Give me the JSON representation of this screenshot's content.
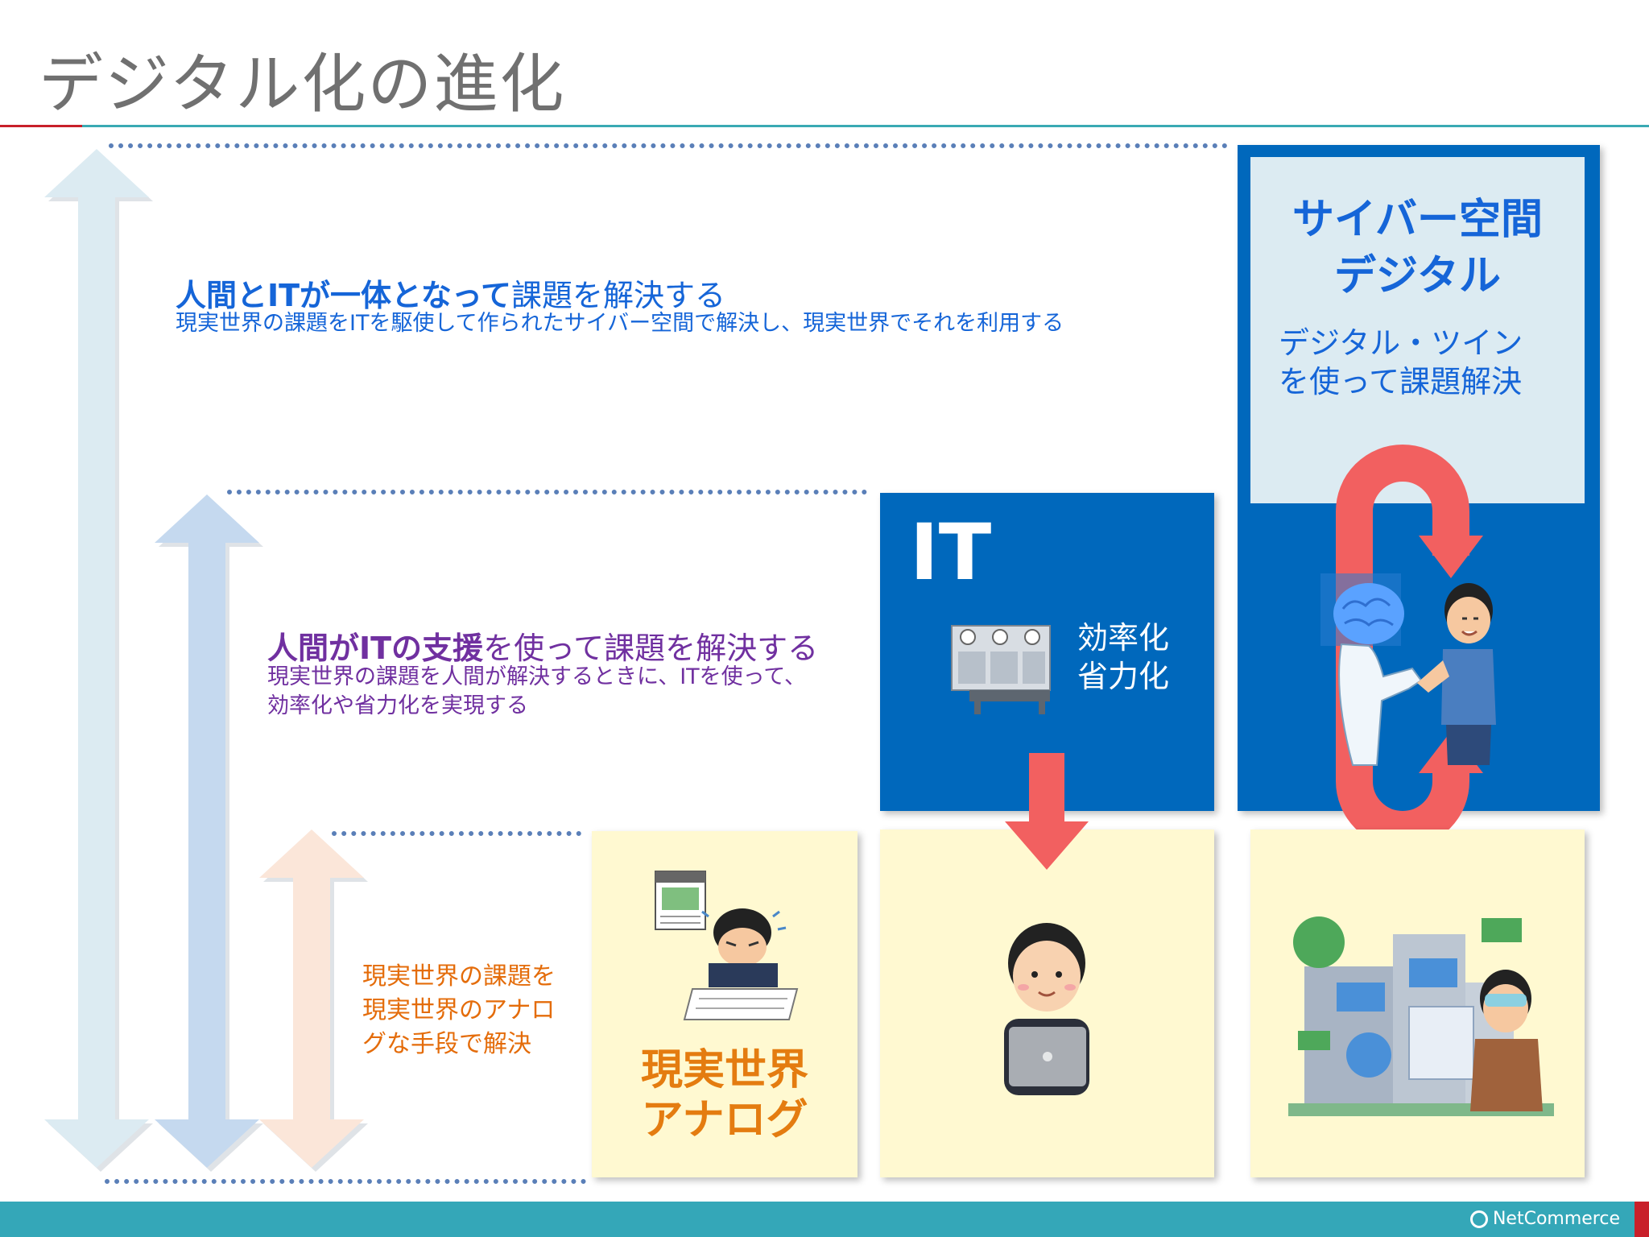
{
  "slide": {
    "title": "デジタル化の進化"
  },
  "levels": {
    "top": {
      "lead_bold": "人間とITが一体となって",
      "lead_rest": "課題を解決する",
      "description": "現実世界の課題をITを駆使して作られたサイバー空間で解決し、現実世界でそれを利用する"
    },
    "middle": {
      "lead_bold": "人間がITの支援",
      "lead_rest": "を使って課題を解決する",
      "description_line1": "現実世界の課題を人間が解決するときに、ITを使って、",
      "description_line2": "効率化や省力化を実現する"
    },
    "bottom": {
      "line1": "現実世界の課題を",
      "line2": "現実世界のアナロ",
      "line3": "グな手段で解決"
    }
  },
  "panels": {
    "analog": {
      "title_line1": "現実世界",
      "title_line2": "アナログ"
    },
    "it": {
      "title": "IT",
      "caption_line1": "効率化",
      "caption_line2": "省力化"
    },
    "cyber": {
      "title_line1": "サイバー空間",
      "title_line2": "デジタル",
      "caption_line1": "デジタル・ツイン",
      "caption_line2": "を使って課題解決"
    }
  },
  "footer": {
    "logo_text": "NetCommerce"
  },
  "colors": {
    "brand_blue": "#0068bc",
    "cyber_title_blue": "#1565d8",
    "middle_purple": "#7030a0",
    "bottom_orange": "#e46c0a",
    "analog_orange": "#e47c10",
    "arrow_red": "#f26060",
    "footer_teal": "#34a7b8",
    "panel_yellow": "#fff9d1"
  },
  "icons": [
    "calendar-icon",
    "stressed-worker-illustration",
    "office-worker-laptop-illustration",
    "server-machine-icon",
    "robot-handshake-illustration",
    "digital-twin-city-illustration",
    "netcommerce-logo-icon"
  ]
}
